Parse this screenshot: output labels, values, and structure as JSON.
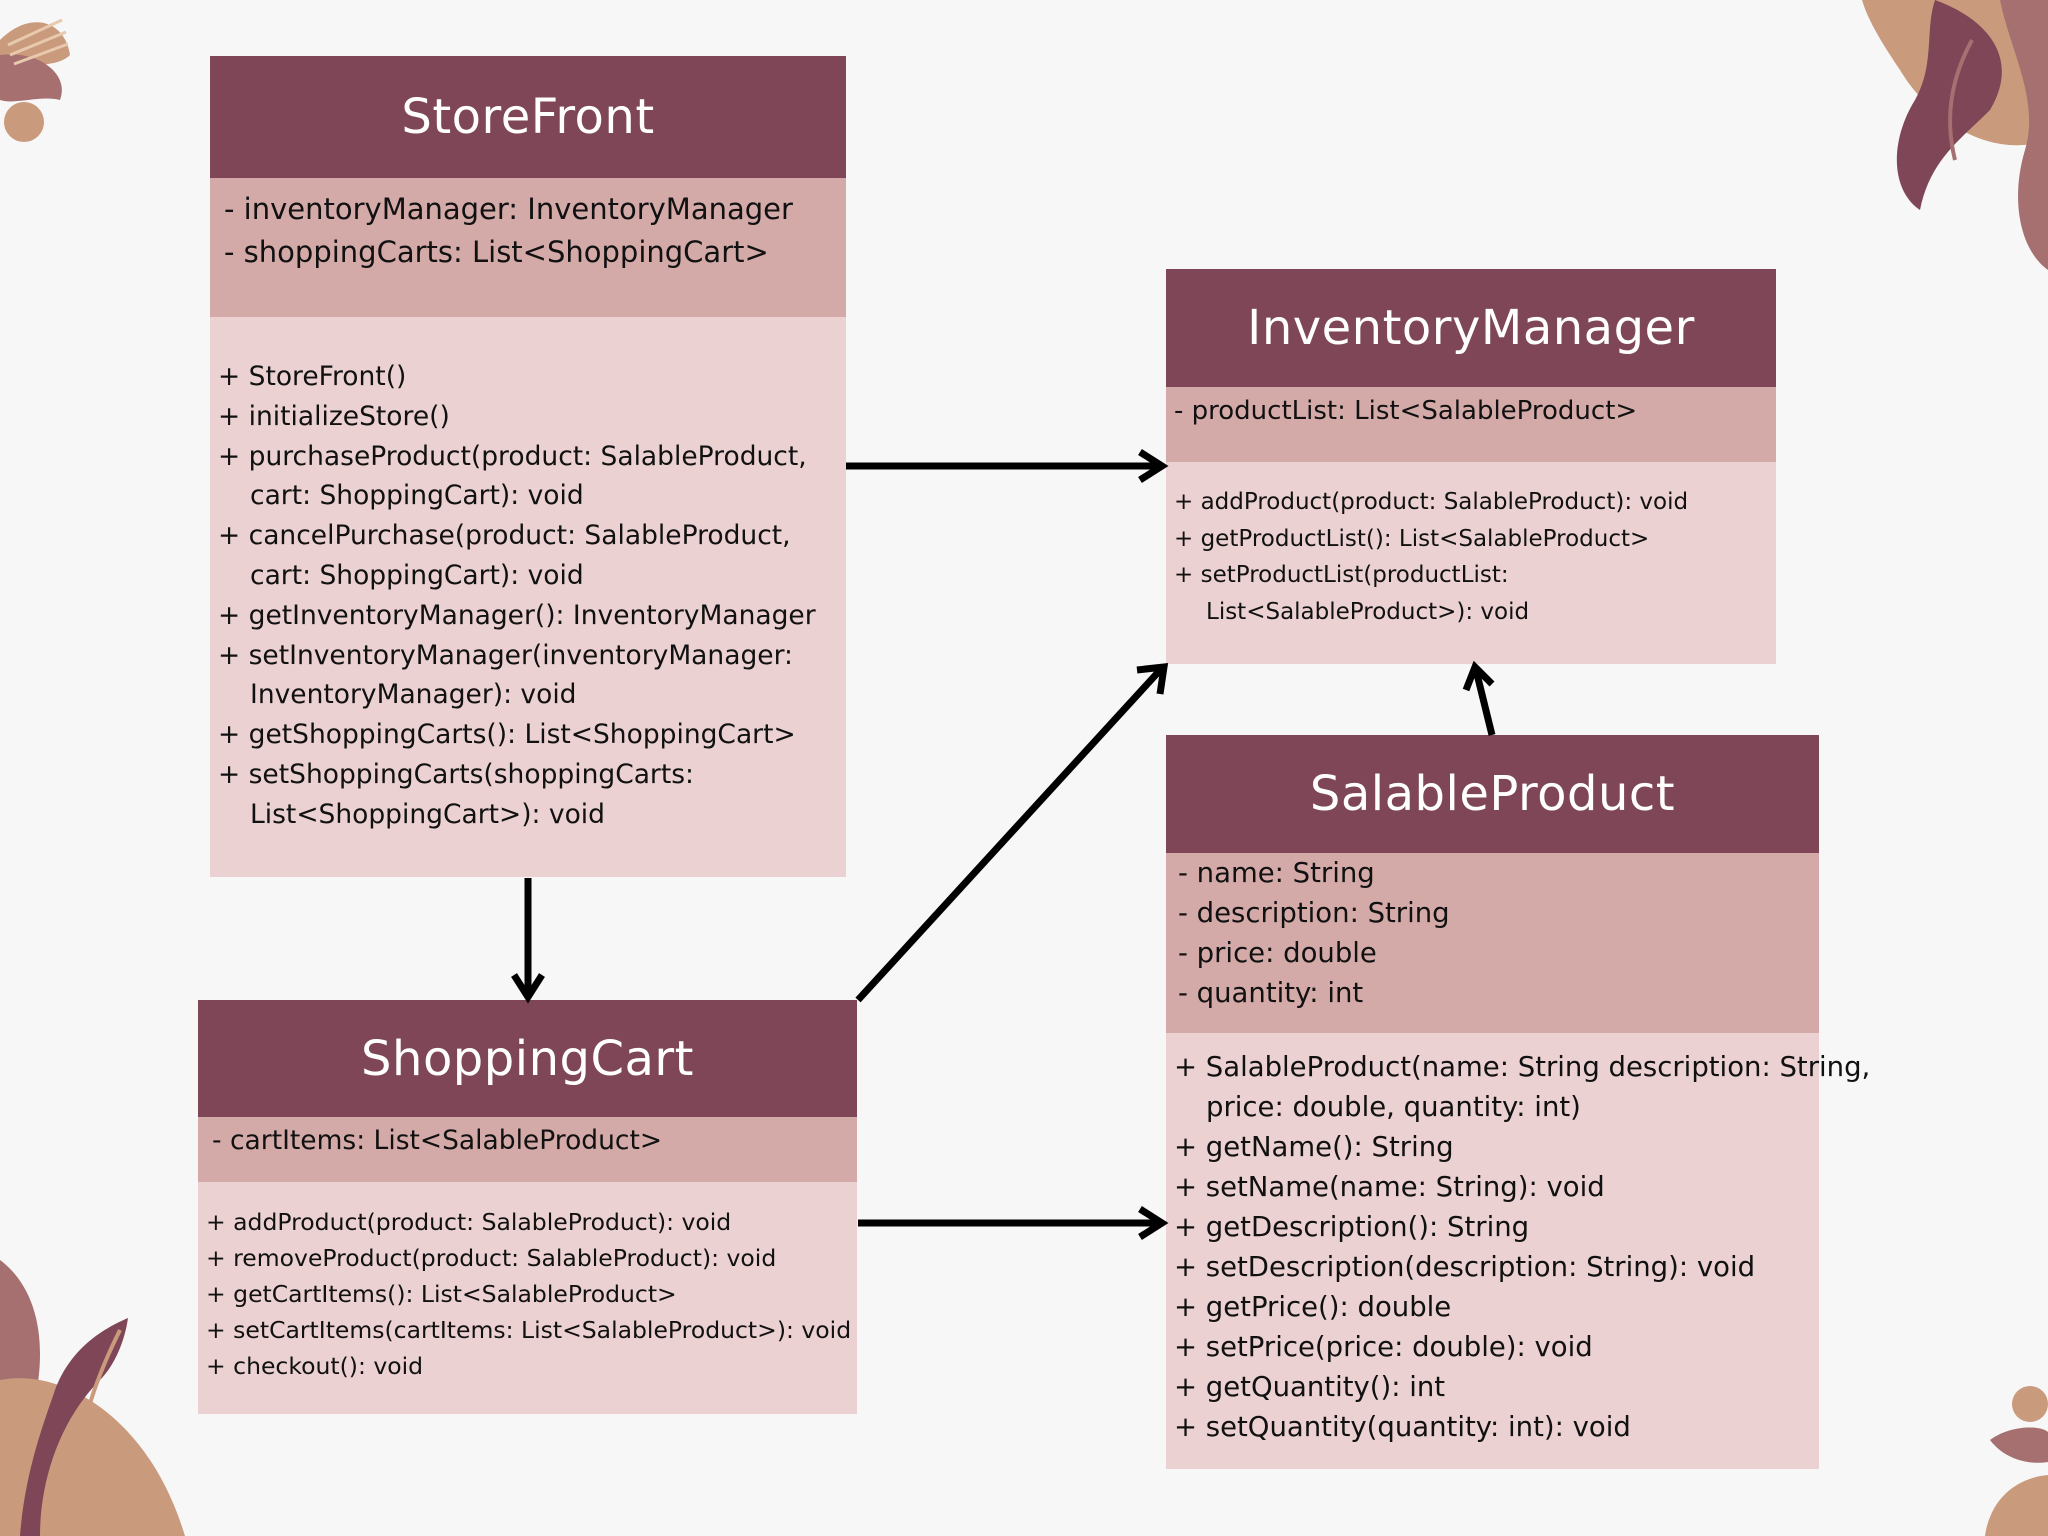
{
  "colors": {
    "background": "#f7f7f7",
    "header": "#7e4656",
    "attributes": "#d4aaa8",
    "methods": "#ecd1d2",
    "arrow": "#000000"
  },
  "classes": {
    "storefront": {
      "name": "StoreFront",
      "attributes": [
        "- inventoryManager: InventoryManager",
        "- shoppingCarts: List<ShoppingCart>"
      ],
      "methods": [
        "+ StoreFront()",
        "+ initializeStore()",
        "+ purchaseProduct(product: SalableProduct,",
        "cart: ShoppingCart): void",
        "+ cancelPurchase(product: SalableProduct,",
        "cart: ShoppingCart): void",
        "+ getInventoryManager(): InventoryManager",
        "+ setInventoryManager(inventoryManager:",
        "InventoryManager): void",
        "+ getShoppingCarts(): List<ShoppingCart>",
        "+ setShoppingCarts(shoppingCarts:",
        "List<ShoppingCart>): void"
      ]
    },
    "inventory": {
      "name": "InventoryManager",
      "attributes": [
        "- productList: List<SalableProduct>"
      ],
      "methods": [
        "+ addProduct(product: SalableProduct): void",
        "+ getProductList(): List<SalableProduct>",
        "+ setProductList(productList:",
        "List<SalableProduct>): void"
      ]
    },
    "cart": {
      "name": "ShoppingCart",
      "attributes": [
        "- cartItems: List<SalableProduct>"
      ],
      "methods": [
        "+ addProduct(product: SalableProduct): void",
        "+ removeProduct(product: SalableProduct): void",
        "+ getCartItems(): List<SalableProduct>",
        "+ setCartItems(cartItems: List<SalableProduct>): void",
        "+ checkout(): void"
      ]
    },
    "salable": {
      "name": "SalableProduct",
      "attributes": [
        "- name: String",
        "- description: String",
        "- price: double",
        "- quantity: int"
      ],
      "methods": [
        "+ SalableProduct(name: String description: String,",
        "price: double, quantity: int)",
        "+ getName(): String",
        "+ setName(name: String): void",
        "+ getDescription(): String",
        "+ setDescription(description: String): void",
        "+ getPrice(): double",
        "+ setPrice(price: double): void",
        "+ getQuantity(): int",
        "+ setQuantity(quantity: int): void"
      ]
    }
  },
  "relations": [
    {
      "from": "StoreFront",
      "to": "InventoryManager"
    },
    {
      "from": "StoreFront",
      "to": "ShoppingCart"
    },
    {
      "from": "ShoppingCart",
      "to": "InventoryManager"
    },
    {
      "from": "ShoppingCart",
      "to": "SalableProduct"
    },
    {
      "from": "SalableProduct",
      "to": "InventoryManager"
    }
  ]
}
